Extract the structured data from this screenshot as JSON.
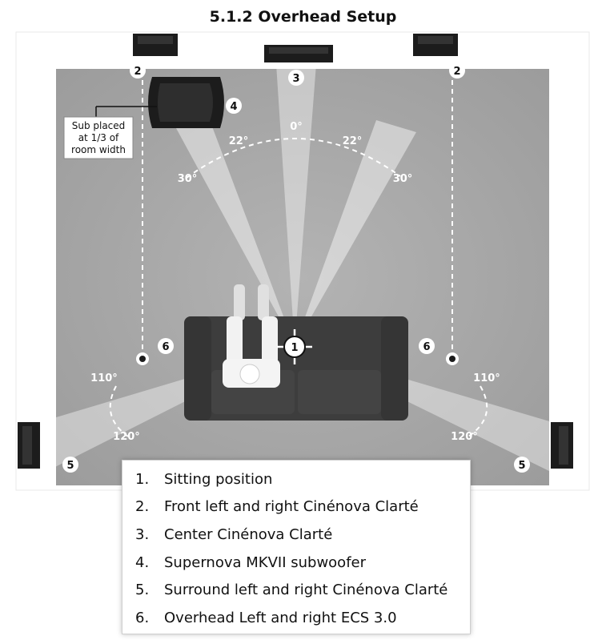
{
  "title": "5.1.2 Overhead Setup",
  "sub_note": [
    "Sub placed",
    "at 1/3 of",
    "room width"
  ],
  "angles": {
    "center": "0°",
    "front_inner_left": "22°",
    "front_inner_right": "22°",
    "front_outer_left": "30°",
    "front_outer_right": "30°",
    "surround_upper_left": "110°",
    "surround_upper_right": "110°",
    "surround_lower_left": "120°",
    "surround_lower_right": "120°"
  },
  "markers": {
    "front_left": "2",
    "front_right": "2",
    "center": "3",
    "sub": "4",
    "surround_left": "5",
    "surround_right": "5",
    "overhead_left": "6",
    "overhead_right": "6",
    "sitting": "1"
  },
  "legend": [
    {
      "num": "1.",
      "text": "Sitting position"
    },
    {
      "num": "2.",
      "text": "Front left and right Cinénova Clarté"
    },
    {
      "num": "3.",
      "text": "Center Cinénova Clarté"
    },
    {
      "num": "4.",
      "text": "Supernova MKVII subwoofer"
    },
    {
      "num": "5.",
      "text": "Surround left and right Cinénova Clarté"
    },
    {
      "num": "6.",
      "text": "Overhead Left and right ECS 3.0"
    }
  ],
  "colors": {
    "room": "#a8a8a8",
    "sofa": "#3d3d3d",
    "speaker": "#1c1c1c",
    "beam": "#ffffff"
  }
}
